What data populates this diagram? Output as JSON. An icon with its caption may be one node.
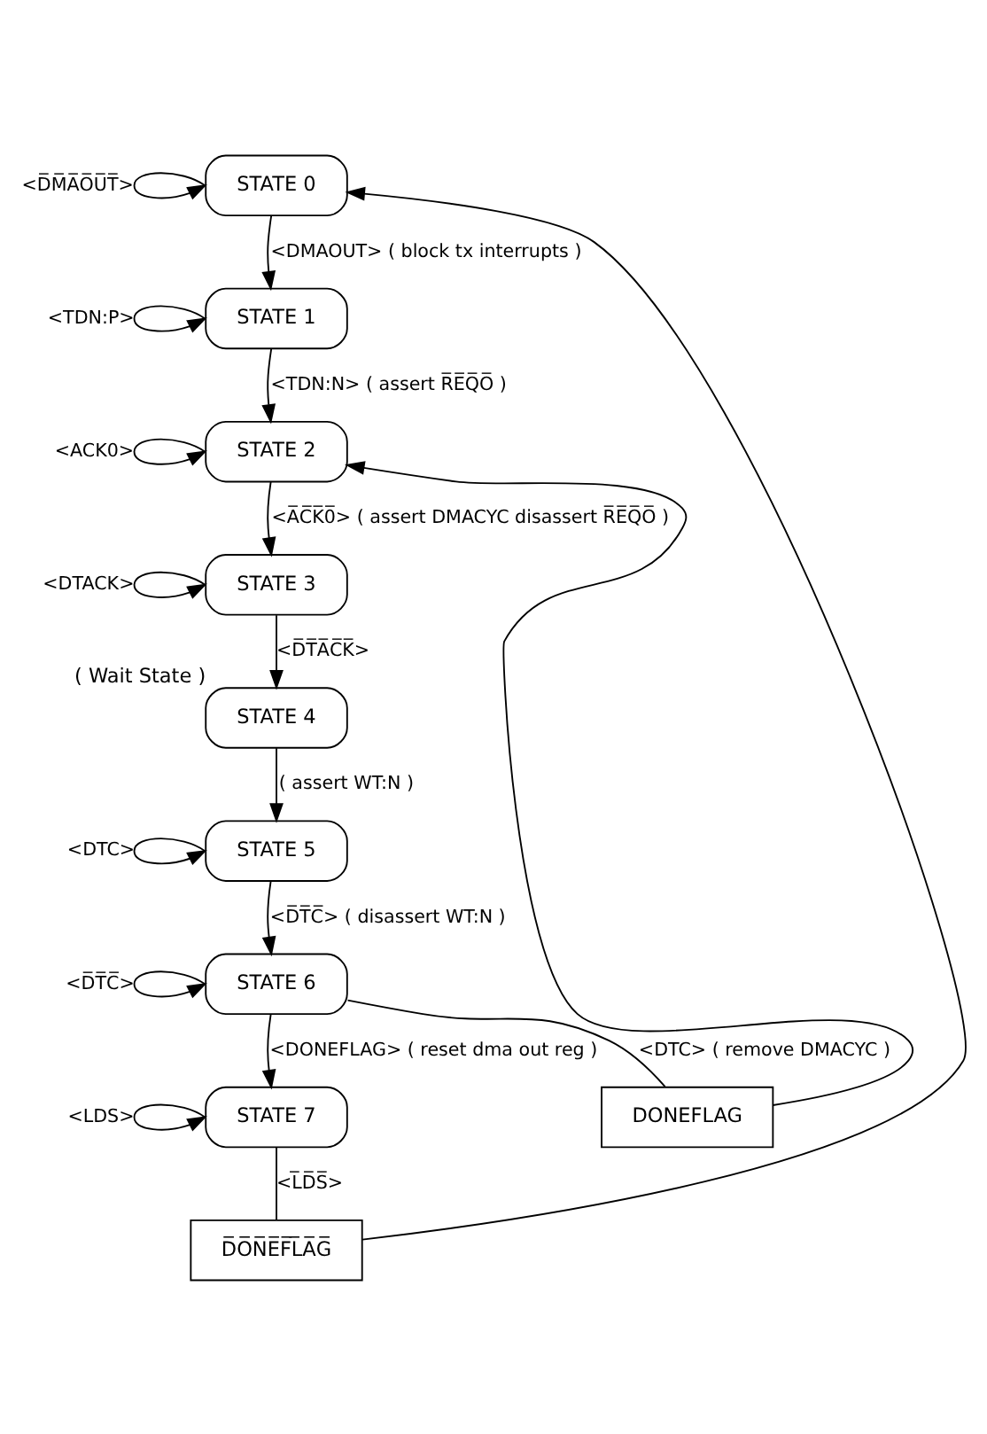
{
  "diagram": {
    "nodes": [
      {
        "text": [
          "STATE 0"
        ]
      },
      {
        "text": [
          "STATE 1"
        ]
      },
      {
        "text": [
          "STATE 2"
        ]
      },
      {
        "text": [
          "STATE 3"
        ]
      },
      {
        "text": [
          "STATE 4"
        ],
        "beside": [
          "( Wait State )"
        ]
      },
      {
        "text": [
          "STATE 5"
        ]
      },
      {
        "text": [
          "STATE 6"
        ]
      },
      {
        "text": [
          "STATE 7"
        ]
      },
      {
        "text": [
          "DONEFLAG"
        ]
      },
      {
        "text": [
          "D̅O̅N̅E̅F̅L̅A̅G̅"
        ]
      }
    ],
    "edges": [
      {
        "from": 0,
        "to": 0,
        "arrow": "to",
        "label": "<D̅M̅A̅O̅U̅T̅>"
      },
      {
        "from": 0,
        "to": 1,
        "arrow": "to",
        "label": "<DMAOUT> ( block tx interrupts )"
      },
      {
        "from": 1,
        "to": 1,
        "arrow": "to",
        "label": "<TDN:P>"
      },
      {
        "from": 1,
        "to": 2,
        "arrow": "to",
        "label": "<TDN:N> ( assert R̅E̅Q̅O̅ )"
      },
      {
        "from": 2,
        "to": 2,
        "arrow": "to",
        "label": "<ACK0>"
      },
      {
        "from": 2,
        "to": 3,
        "arrow": "to",
        "label": "<A̅C̅K̅0̅> ( assert DMACYC disassert R̅E̅Q̅O̅ )"
      },
      {
        "from": 3,
        "to": 3,
        "arrow": "to",
        "label": "<DTACK>"
      },
      {
        "from": 3,
        "to": 4,
        "arrow": "to",
        "label": "<D̅T̅A̅C̅K̅>"
      },
      {
        "from": 4,
        "to": 5,
        "arrow": "to",
        "label": "( assert WT:N )"
      },
      {
        "from": 5,
        "to": 5,
        "arrow": "to",
        "label": "<DTC>"
      },
      {
        "from": 5,
        "to": 6,
        "arrow": "to",
        "label": "<D̅T̅C̅> ( disassert WT:N )"
      },
      {
        "from": 6,
        "to": 6,
        "arrow": "to",
        "label": "<D̅T̅C̅>"
      },
      {
        "from": 6,
        "to": 8,
        "arrow": "none",
        "label": "<DTC> ( remove DMACYC )"
      },
      {
        "from": 8,
        "to": 2,
        "arrow": "to"
      },
      {
        "from": 6,
        "to": 7,
        "arrow": "to",
        "label": "<DONEFLAG> ( reset dma out reg )"
      },
      {
        "from": 7,
        "to": 7,
        "arrow": "to",
        "label": "<LDS>"
      },
      {
        "from": 7,
        "to": 9,
        "arrow": "none",
        "label": "<L̅D̅S̅>"
      },
      {
        "from": 9,
        "to": 0,
        "arrow": "to"
      }
    ]
  }
}
